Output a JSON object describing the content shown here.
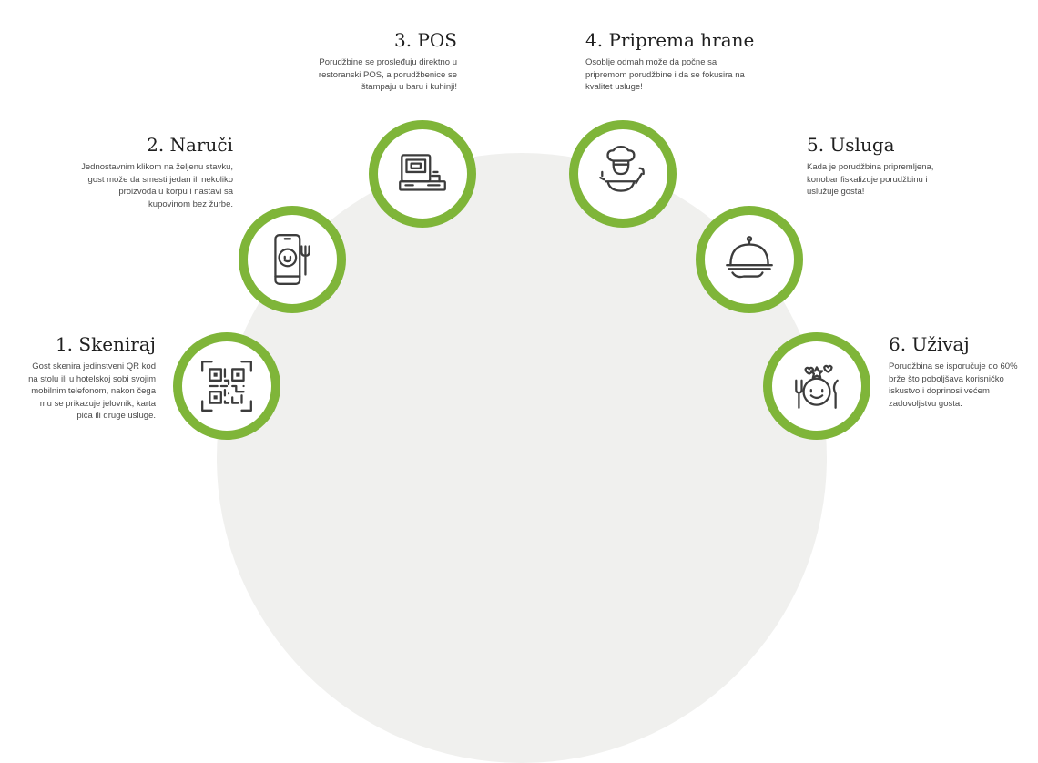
{
  "steps": [
    {
      "title": "1. Skeniraj",
      "text": "Gost skenira jedinstveni QR kod na stolu ili u hotelskoj sobi svojim mobilnim telefonom, nakon čega mu se prikazuje jelovnik, karta pića ili druge usluge.",
      "icon": "qr-code-icon"
    },
    {
      "title": "2. Naruči",
      "text": "Jednostavnim klikom na željenu stavku, gost može da smesti jedan ili nekoliko proizvoda u korpu i nastavi sa kupovinom bez žurbe.",
      "icon": "phone-menu-icon"
    },
    {
      "title": "3. POS",
      "text": "Porudžbine se prosleđuju direktno u restoranski POS, a porudžbenice se štampaju u baru i kuhinji!",
      "icon": "pos-terminal-icon"
    },
    {
      "title": "4. Priprema hrane",
      "text": "Osoblje odmah može da počne sa pripremom porudžbine i da se fokusira na kvalitet usluge!",
      "icon": "chef-icon"
    },
    {
      "title": "5. Usluga",
      "text": "Kada je porudžbina pripremljena, konobar fiskalizuje porudžbinu i uslužuje gosta!",
      "icon": "cloche-icon"
    },
    {
      "title": "6. Uživaj",
      "text": "Porudžbina se isporučuje do 60% brže što poboljšava korisničko iskustvo i doprinosi većem zadovoljstvu gosta.",
      "icon": "happy-plate-icon"
    }
  ],
  "colors": {
    "ring": "#7fb539",
    "arc": "#f0f0ee",
    "icon": "#3c3c3c"
  }
}
